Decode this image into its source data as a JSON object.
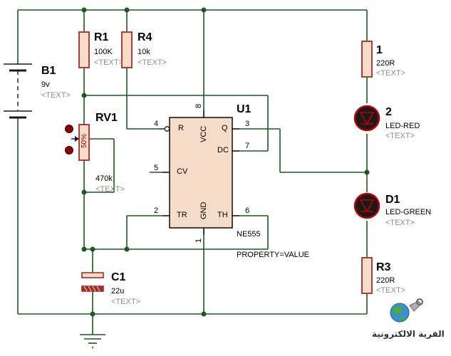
{
  "components": {
    "r1": {
      "ref": "R1",
      "value": "100K",
      "text": "<TEXT>"
    },
    "r4": {
      "ref": "R4",
      "value": "10k",
      "text": "<TEXT>"
    },
    "b1": {
      "ref": "B1",
      "value": "9v",
      "text": "<TEXT>"
    },
    "rv1": {
      "ref": "RV1",
      "value": "470k",
      "text": "<TEXT>",
      "pot_percent": "50%"
    },
    "u1": {
      "ref": "U1",
      "part": "NE555",
      "property": "PROPERTY=VALUE",
      "pins": {
        "r": "R",
        "cv": "CV",
        "tr": "TR",
        "q": "Q",
        "dc": "DC",
        "th": "TH",
        "vcc": "VCC",
        "gnd": "GND"
      },
      "pin_numbers": {
        "p4": "4",
        "p5": "5",
        "p2": "2",
        "p3": "3",
        "p7": "7",
        "p6": "6",
        "p8": "8",
        "p1": "1"
      }
    },
    "c1": {
      "ref": "C1",
      "value": "22u",
      "text": "<TEXT>"
    },
    "r_led": {
      "ref": "1",
      "value": "220R",
      "text": "<TEXT>"
    },
    "led_red": {
      "ref": "2",
      "value": "LED-RED",
      "text": "<TEXT>"
    },
    "led_green": {
      "ref": "D1",
      "value": "LED-GREEN",
      "text": "<TEXT>"
    },
    "r3": {
      "ref": "R3",
      "value": "220R",
      "text": "<TEXT>"
    }
  },
  "logo": {
    "text": "القرية الالكترونية"
  },
  "colors": {
    "wire": "#1a5a1a",
    "body": "#a52a2a",
    "body_fill": "#f5dcc8",
    "ic_fill": "#f5dcc8",
    "led": "#c00000",
    "led_fill": "#1a1a1a",
    "pin": "#8b0000"
  }
}
